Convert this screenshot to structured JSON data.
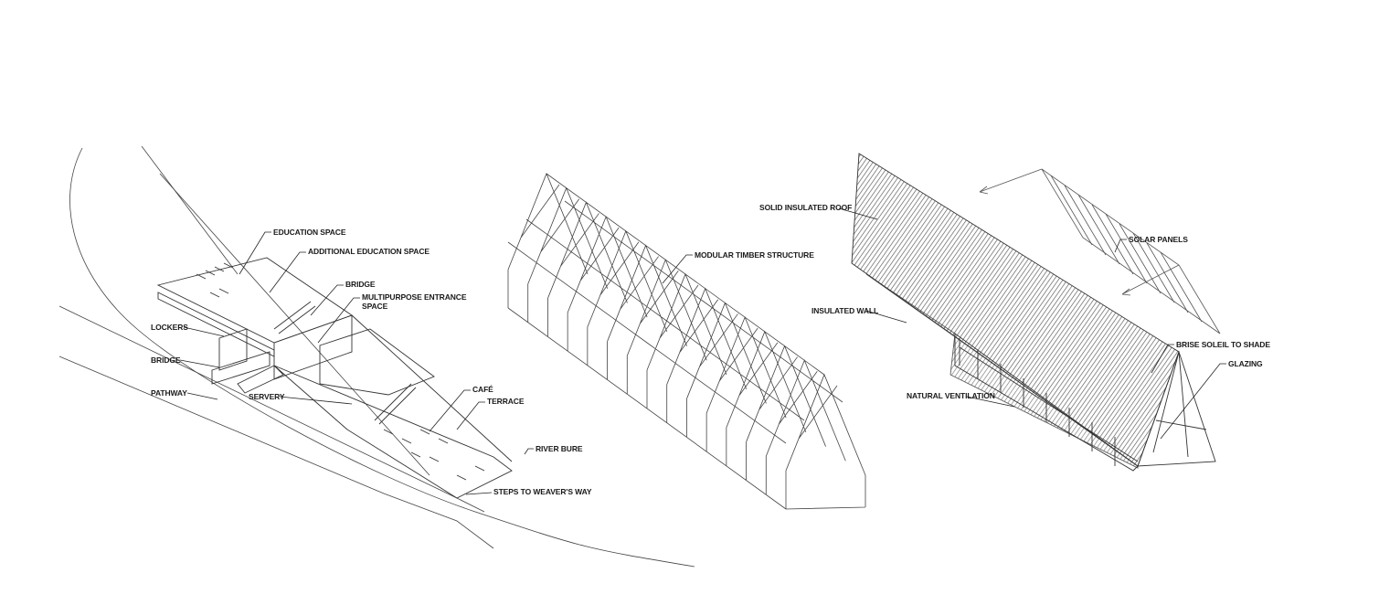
{
  "site_plan": {
    "labels": {
      "education_space": "EDUCATION SPACE",
      "additional_education_space": "ADDITIONAL EDUCATION SPACE",
      "bridge_upper": "BRIDGE",
      "multipurpose_line1": "MULTIPURPOSE ENTRANCE",
      "multipurpose_line2": "SPACE",
      "lockers": "LOCKERS",
      "bridge_lower": "BRIDGE",
      "pathway": "PATHWAY",
      "servery": "SERVERY",
      "cafe": "CAFÉ",
      "terrace": "TERRACE",
      "river_bure": "RIVER BURE",
      "steps": "STEPS TO WEAVER'S WAY"
    }
  },
  "structure": {
    "labels": {
      "modular_timber_structure": "MODULAR TIMBER STRUCTURE"
    }
  },
  "envelope": {
    "labels": {
      "solid_insulated_roof": "SOLID INSULATED ROOF",
      "solar_panels": "SOLAR PANELS",
      "insulated_wall": "INSULATED WALL",
      "brise_soleil": "BRISE SOLEIL TO SHADE",
      "glazing": "GLAZING",
      "natural_ventilation": "NATURAL VENTILATION"
    }
  }
}
